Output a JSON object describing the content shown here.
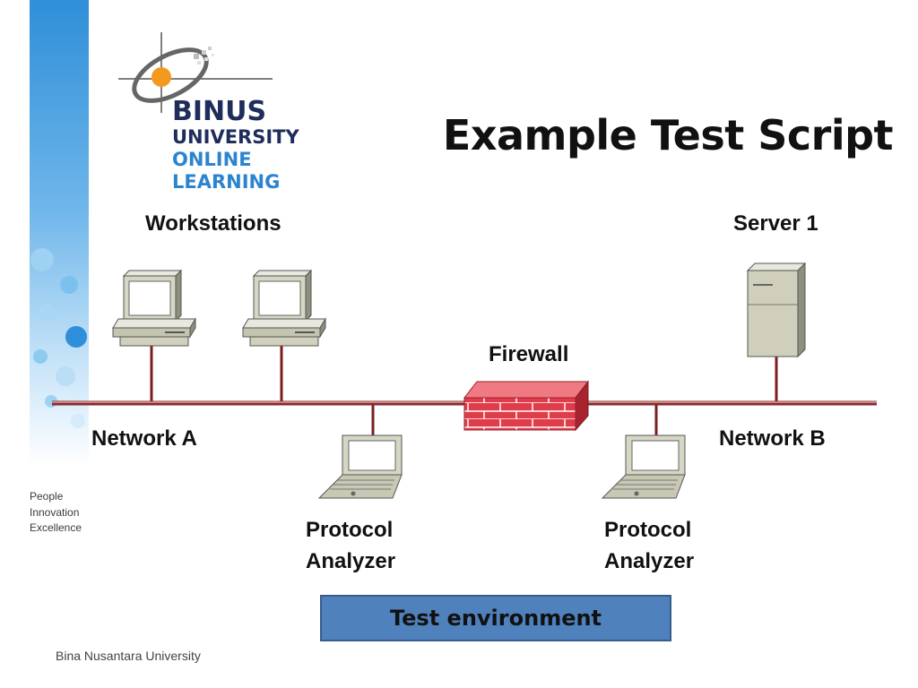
{
  "logo": {
    "line1": "BINUS",
    "line2": "UNIVERSITY",
    "line3": "ONLINE",
    "line4": "LEARNING",
    "tagline": [
      "People",
      "Innovation",
      "Excellence"
    ]
  },
  "title": "Example Test Script",
  "diagram": {
    "workstations_label": "Workstations",
    "server_label": "Server 1",
    "firewall_label": "Firewall",
    "network_a_label": "Network A",
    "network_b_label": "Network B",
    "analyzer_left_line1": "Protocol",
    "analyzer_left_line2": "Analyzer",
    "analyzer_right_line1": "Protocol",
    "analyzer_right_line2": "Analyzer",
    "test_environment_label": "Test environment"
  },
  "footer": "Bina Nusantara University",
  "colors": {
    "network_line": "#c0504d",
    "firewall": "#e03c4a",
    "test_env_fill": "#4f81bd",
    "sidebar_blue": "#2f8fd8",
    "logo_orange": "#f39a1e",
    "logo_navy": "#1f2d5c",
    "logo_blue": "#2c84cf"
  }
}
